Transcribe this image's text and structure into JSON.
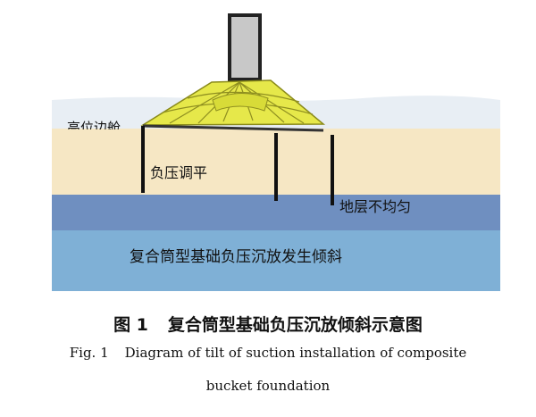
{
  "labels": {
    "clipped_label": "高位边舱",
    "suction_leveling": "负压调平",
    "uneven_stratum": "地层不均匀",
    "tilt_description": "复合筒型基础负压沉放发生倾斜"
  },
  "caption": {
    "zh_number": "图 1",
    "zh_title": "复合筒型基础负压沉放倾斜示意图",
    "en_number": "Fig. 1",
    "en_line1": "Diagram of tilt of suction installation of composite",
    "en_line2": "bucket foundation"
  },
  "colors": {
    "sea_water": "#e8eef4",
    "sand_layer": "#f6e7c4",
    "uneven_layer": "#6f8fc0",
    "deep_layer": "#7fb0d6",
    "foundation_yellow": "#e6e84a",
    "tower": "#c8c8c8",
    "outline": "#222222"
  }
}
